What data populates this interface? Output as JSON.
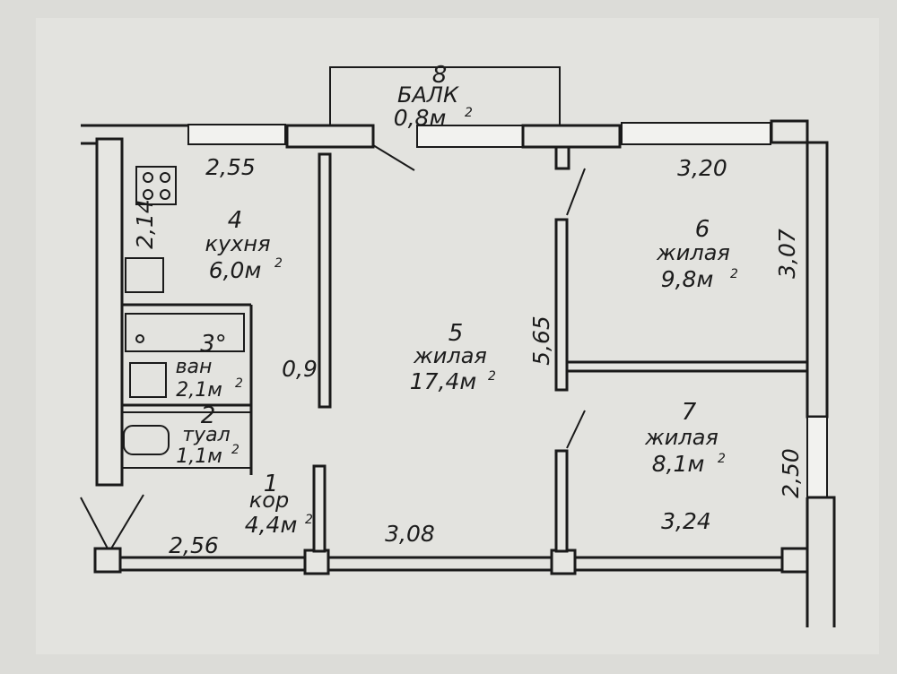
{
  "rooms": {
    "balcony": {
      "num": "8",
      "name": "БАЛК",
      "area": "0,8м",
      "sup": "2"
    },
    "kitchen": {
      "num": "4",
      "name": "кухня",
      "area": "6,0м",
      "sup": "2"
    },
    "bathroom": {
      "num": "3°",
      "name": "ван",
      "area": "2,1м",
      "sup": "2"
    },
    "toilet": {
      "num": "2",
      "name": "туал",
      "area": "1,1м",
      "sup": "2"
    },
    "corridor": {
      "num": "1",
      "name": "кор",
      "area": "4,4м",
      "sup": "2"
    },
    "living5": {
      "num": "5",
      "name": "жилая",
      "area": "17,4м",
      "sup": "2"
    },
    "living6": {
      "num": "6",
      "name": "жилая",
      "area": "9,8м",
      "sup": "2"
    },
    "living7": {
      "num": "7",
      "name": "жилая",
      "area": "8,1м",
      "sup": "2"
    }
  },
  "dimensions": {
    "kitchen_width": "2,55",
    "kitchen_depth": "2,14",
    "doorway": "0,9",
    "room5_depth": "5,65",
    "room6_width": "3,20",
    "room6_depth": "3,07",
    "room7_depth": "2,50",
    "corridor_width": "2,56",
    "room5_width": "3,08",
    "room7_width": "3,24"
  }
}
